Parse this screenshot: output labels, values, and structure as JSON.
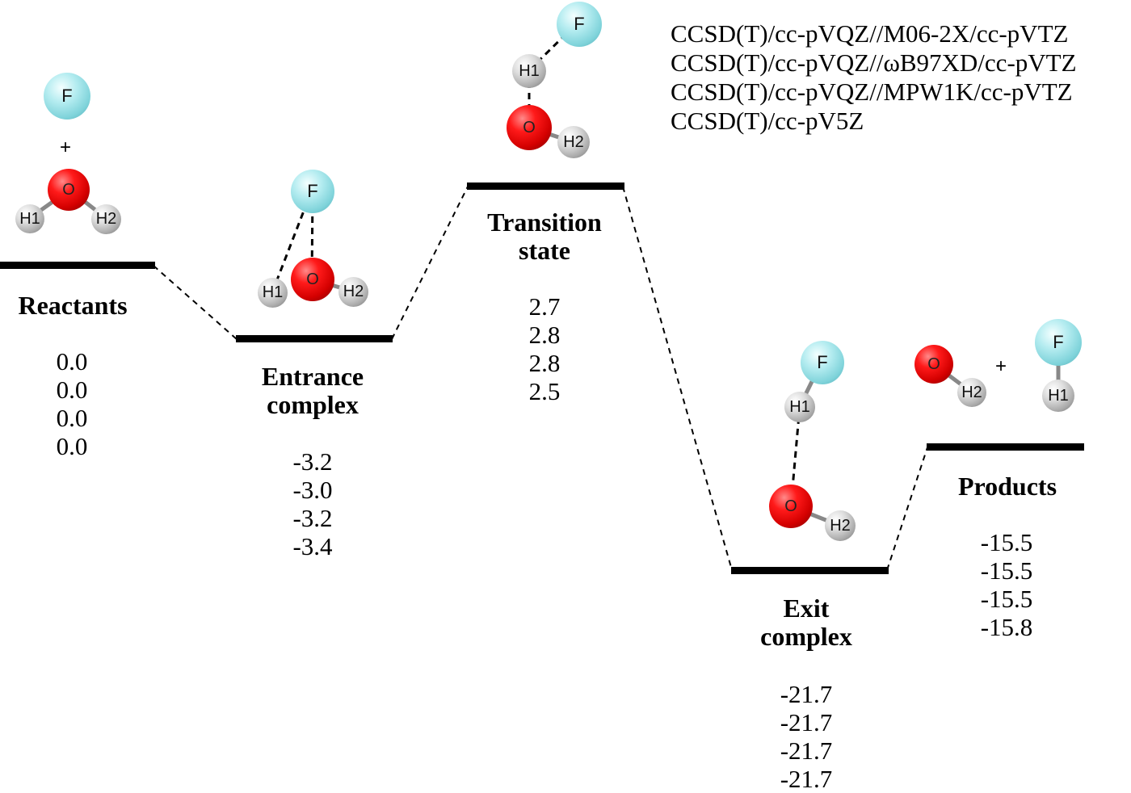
{
  "legend": [
    "CCSD(T)/cc-pVQZ//M06-2X/cc-pVTZ",
    "CCSD(T)/cc-pVQZ//ωB97XD/cc-pVTZ",
    "CCSD(T)/cc-pVQZ//MPW1K/cc-pVTZ",
    "CCSD(T)/cc-pV5Z"
  ],
  "states": {
    "reactants": {
      "label": "Reactants",
      "values": [
        "0.0",
        "0.0",
        "0.0",
        "0.0"
      ]
    },
    "entrance": {
      "label_line1": "Entrance",
      "label_line2": "complex",
      "values": [
        "-3.2",
        "-3.0",
        "-3.2",
        "-3.4"
      ]
    },
    "transition": {
      "label_line1": "Transition",
      "label_line2": "state",
      "values": [
        "2.7",
        "2.8",
        "2.8",
        "2.5"
      ]
    },
    "exit": {
      "label_line1": "Exit",
      "label_line2": "complex",
      "values": [
        "-21.7",
        "-21.7",
        "-21.7",
        "-21.7"
      ]
    },
    "products": {
      "label": "Products",
      "values": [
        "-15.5",
        "-15.5",
        "-15.5",
        "-15.8"
      ]
    }
  },
  "atom_labels": {
    "F": "F",
    "O": "O",
    "H1": "H1",
    "H2": "H2"
  },
  "plus_sign": "+",
  "colors": {
    "fluorine": "#8fdce3",
    "oxygen": "#e00000",
    "hydrogen": "#bdbdbd",
    "line": "#000000"
  }
}
